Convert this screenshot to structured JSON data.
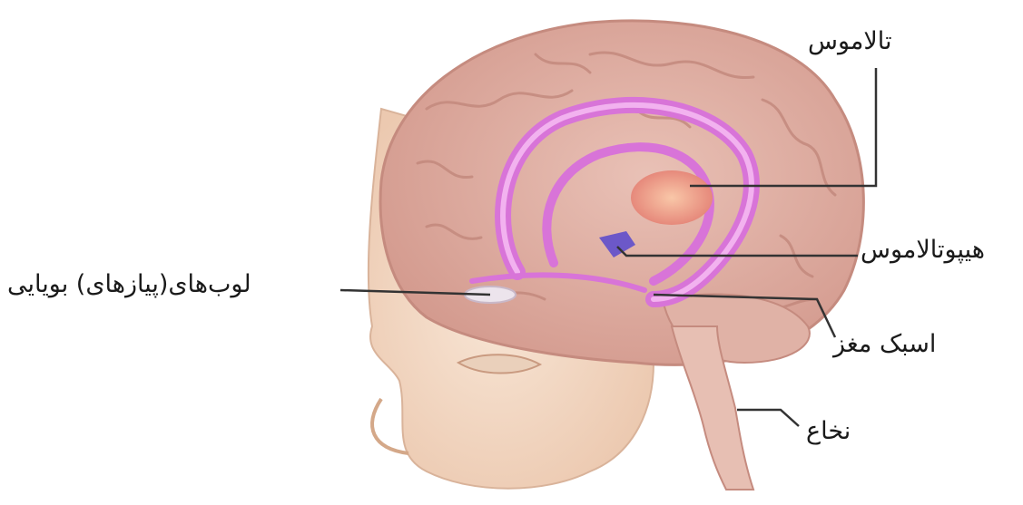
{
  "labels": {
    "thalamus": "تالاموس",
    "hypothalamus": "هیپوتالاموس",
    "olfactory_bulbs": "لوب‌های(پیازهای) بویایی",
    "hippocampus": "اسبک مغز",
    "spinal_cord": "نخاع"
  },
  "colors": {
    "brain": "#e3b3a8",
    "skin": "#f3d8c3",
    "limbic": "#d874d8",
    "thalamus": "#eea58f",
    "hypothalamus": "#6c58c8",
    "leader_line": "#333333"
  }
}
